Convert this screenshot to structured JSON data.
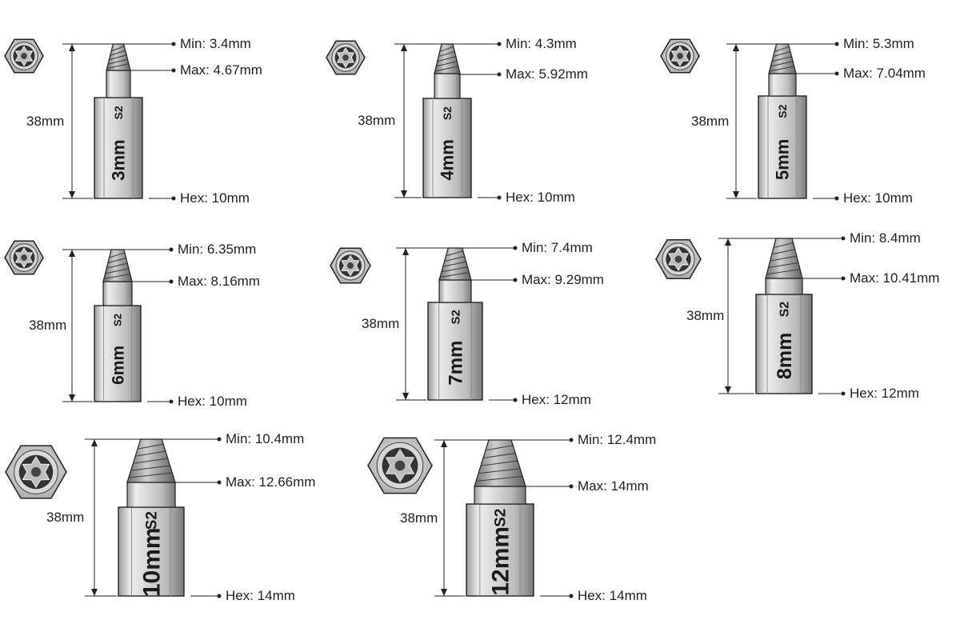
{
  "colors": {
    "line": "#222222",
    "metal_light": "#e4e4e4",
    "metal_mid": "#bdbdbd",
    "metal_dark": "#7d7d7d",
    "ink": "#1a1a1a"
  },
  "bits": [
    {
      "id": "3mm",
      "size_label": "3mm",
      "grade": "S2",
      "length": "38mm",
      "min": "Min: 3.4mm",
      "max": "Max: 4.67mm",
      "hex": "Hex: 10mm"
    },
    {
      "id": "4mm",
      "size_label": "4mm",
      "grade": "S2",
      "length": "38mm",
      "min": "Min: 4.3mm",
      "max": "Max: 5.92mm",
      "hex": "Hex: 10mm"
    },
    {
      "id": "5mm",
      "size_label": "5mm",
      "grade": "S2",
      "length": "38mm",
      "min": "Min: 5.3mm",
      "max": "Max: 7.04mm",
      "hex": "Hex: 10mm"
    },
    {
      "id": "6mm",
      "size_label": "6mm",
      "grade": "S2",
      "length": "38mm",
      "min": "Min: 6.35mm",
      "max": "Max: 8.16mm",
      "hex": "Hex: 10mm"
    },
    {
      "id": "7mm",
      "size_label": "7mm",
      "grade": "S2",
      "length": "38mm",
      "min": "Min: 7.4mm",
      "max": "Max: 9.29mm",
      "hex": "Hex: 12mm"
    },
    {
      "id": "8mm",
      "size_label": "8mm",
      "grade": "S2",
      "length": "38mm",
      "min": "Min: 8.4mm",
      "max": "Max: 10.41mm",
      "hex": "Hex: 12mm"
    },
    {
      "id": "10mm",
      "size_label": "10mm",
      "grade": "S2",
      "length": "38mm",
      "min": "Min: 10.4mm",
      "max": "Max: 12.66mm",
      "hex": "Hex: 14mm"
    },
    {
      "id": "12mm",
      "size_label": "12mm",
      "grade": "S2",
      "length": "38mm",
      "min": "Min: 12.4mm",
      "max": "Max: 14mm",
      "hex": "Hex: 14mm"
    }
  ]
}
